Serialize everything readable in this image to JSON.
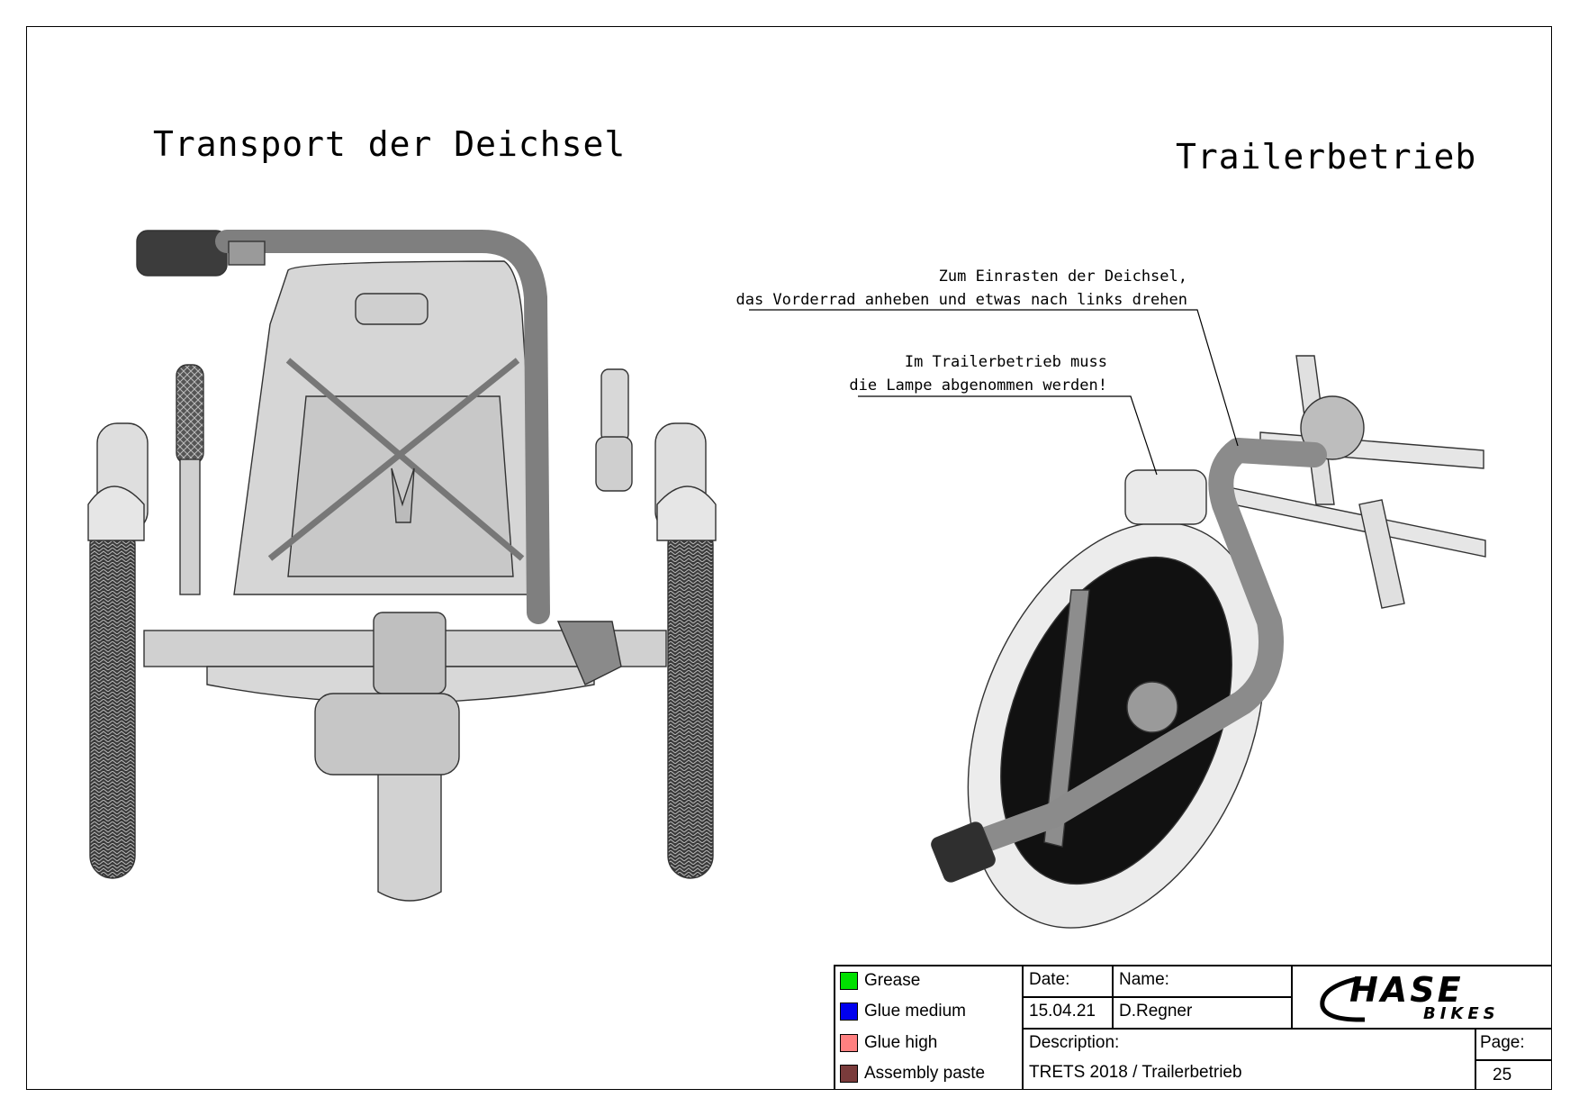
{
  "titles": {
    "left": "Transport der Deichsel",
    "right": "Trailerbetrieb"
  },
  "notes": {
    "note1_line1": "Zum Einrasten der Deichsel,",
    "note1_line2": "das Vorderrad anheben und etwas nach links drehen",
    "note2_line1": "Im Trailerbetrieb muss",
    "note2_line2": "die Lampe abgenommen werden!"
  },
  "legend": [
    {
      "label": "Grease",
      "color": "#00e000"
    },
    {
      "label": "Glue medium",
      "color": "#0000ee"
    },
    {
      "label": "Glue high",
      "color": "#ff8080"
    },
    {
      "label": "Assembly paste",
      "color": "#7a3b3b"
    }
  ],
  "title_block": {
    "date_label": "Date:",
    "date_value": "15.04.21",
    "name_label": "Name:",
    "name_value": "D.Regner",
    "description_label": "Description:",
    "description_value": "TRETS 2018 / Trailerbetrieb",
    "page_label": "Page:",
    "page_value": "25",
    "logo_main": "HASE",
    "logo_sub": "BIKES"
  },
  "colors": {
    "frame_gray": "#8a8a8a",
    "part_light": "#d9d9d9",
    "part_mid": "#b8b8b8",
    "tire_dark": "#2a2a2a"
  }
}
